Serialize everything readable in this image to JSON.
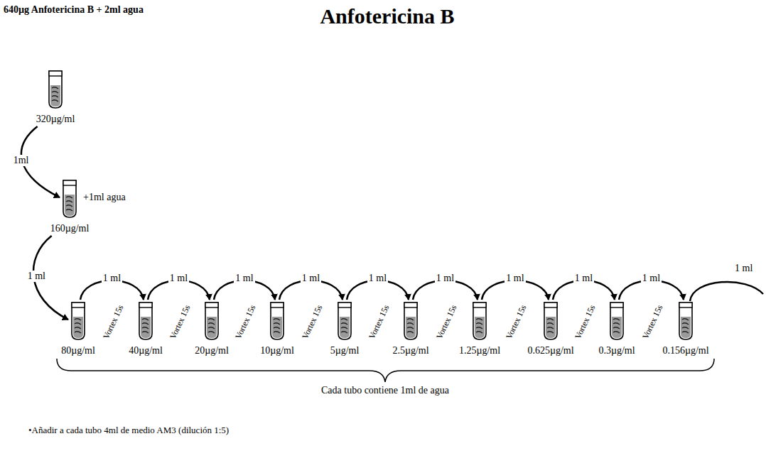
{
  "diagram": {
    "title": "Anfotericina B",
    "nodes": [
      {
        "text": [
          "320µg/ml"
        ]
      },
      {
        "text": [
          "+1ml agua",
          "160µg/ml"
        ]
      },
      {
        "text": [
          "80µg/ml"
        ]
      },
      {
        "text": [
          "40µg/ml"
        ]
      },
      {
        "text": [
          "20µg/ml"
        ]
      },
      {
        "text": [
          "10µg/ml"
        ]
      },
      {
        "text": [
          "5µg/ml"
        ]
      },
      {
        "text": [
          "2.5µg/ml"
        ]
      },
      {
        "text": [
          "1.25µg/ml"
        ]
      },
      {
        "text": [
          "0.625µg/ml"
        ]
      },
      {
        "text": [
          "0.3µg/ml"
        ]
      },
      {
        "text": [
          "0.156µg/ml"
        ]
      }
    ],
    "edges": [
      {
        "from": 0,
        "to": 1,
        "label": "1ml",
        "arrow": "to"
      },
      {
        "from": 1,
        "to": 2,
        "label": "1 ml",
        "arrow": "to"
      },
      {
        "from": 2,
        "to": 3,
        "label": "1 ml",
        "arrow": "to"
      },
      {
        "from": 3,
        "to": 4,
        "label": "1 ml",
        "arrow": "to"
      },
      {
        "from": 4,
        "to": 5,
        "label": "1 ml",
        "arrow": "to"
      },
      {
        "from": 5,
        "to": 6,
        "label": "1 ml",
        "arrow": "to"
      },
      {
        "from": 6,
        "to": 7,
        "label": "1 ml",
        "arrow": "to"
      },
      {
        "from": 7,
        "to": 8,
        "label": "1 ml",
        "arrow": "to"
      },
      {
        "from": 8,
        "to": 9,
        "label": "1 ml",
        "arrow": "to"
      },
      {
        "from": 9,
        "to": 10,
        "label": "1 ml",
        "arrow": "to"
      },
      {
        "from": 10,
        "to": 11,
        "label": "1 ml",
        "arrow": "to"
      }
    ],
    "labels": [
      "640µg Anfotericina B + 2ml agua",
      "Vortex 15s",
      "Vortex 15s",
      "Vortex 15s",
      "Vortex 15s",
      "Vortex 15s",
      "Vortex 15s",
      "Vortex 15s",
      "Vortex 15s",
      "Vortex 15s",
      "1 ml",
      "Cada tubo contiene 1ml de agua",
      "•Añadir a cada tubo 4ml de medio AM3 (dilución 1:5)"
    ]
  }
}
